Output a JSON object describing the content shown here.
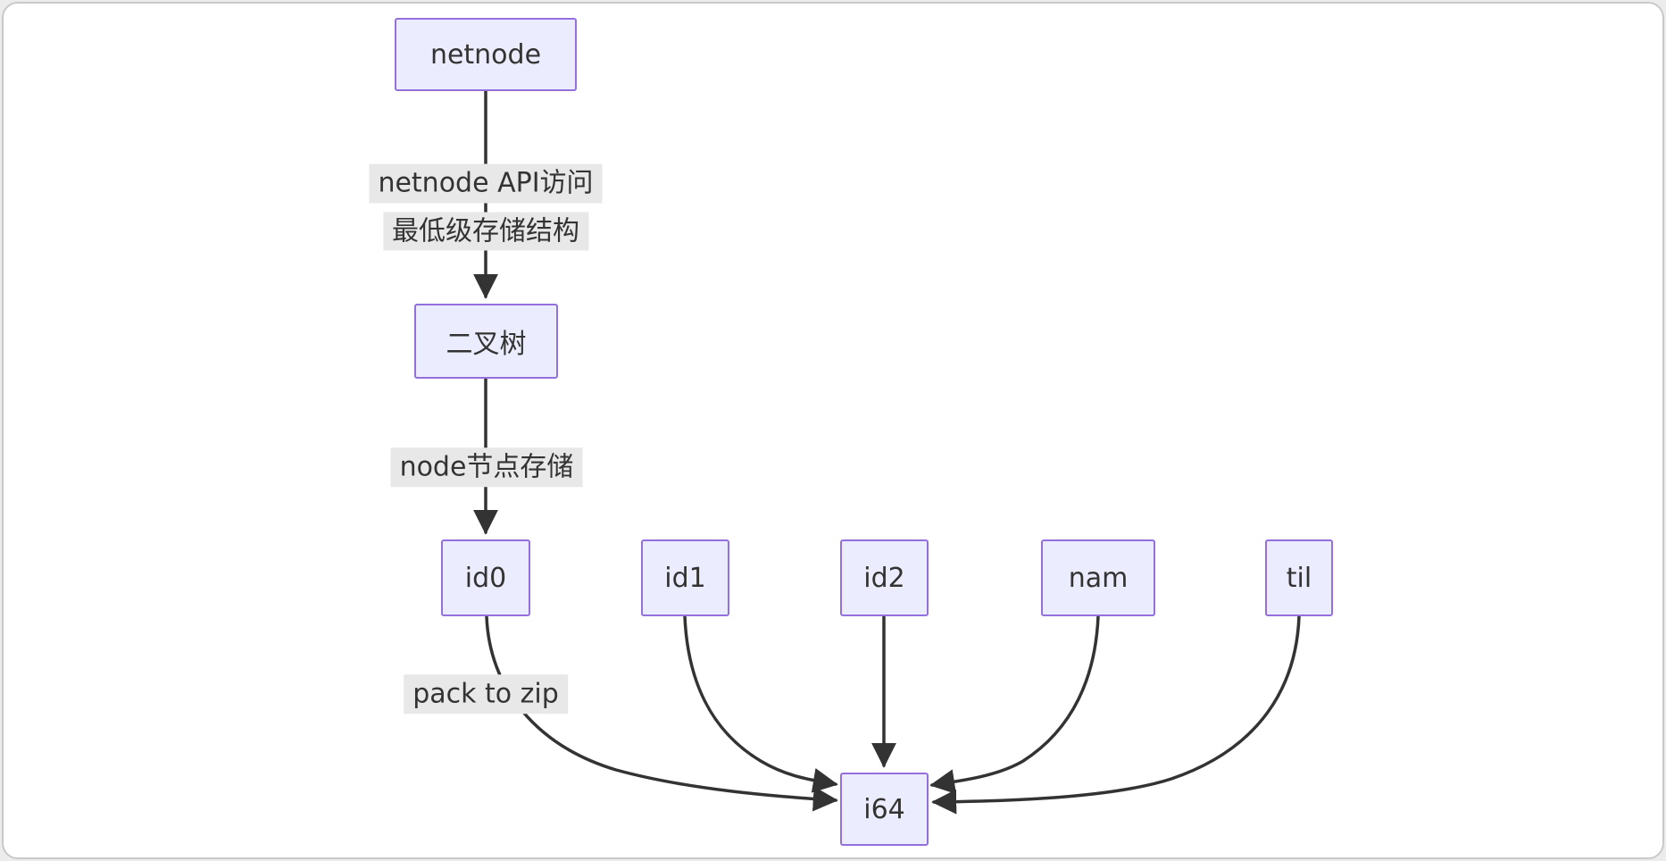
{
  "diagram": {
    "type": "flowchart",
    "nodes": [
      {
        "id": "netnode",
        "label": "netnode"
      },
      {
        "id": "binary_tree",
        "label": "二叉树"
      },
      {
        "id": "id0",
        "label": "id0"
      },
      {
        "id": "id1",
        "label": "id1"
      },
      {
        "id": "id2",
        "label": "id2"
      },
      {
        "id": "nam",
        "label": "nam"
      },
      {
        "id": "til",
        "label": "til"
      },
      {
        "id": "i64",
        "label": "i64"
      }
    ],
    "edges": [
      {
        "from": "netnode",
        "to": "binary_tree",
        "label": "netnode API访问 最低级存储结构"
      },
      {
        "from": "binary_tree",
        "to": "id0",
        "label": "node节点存储"
      },
      {
        "from": "id0",
        "to": "i64",
        "label": "pack to zip"
      },
      {
        "from": "id1",
        "to": "i64",
        "label": ""
      },
      {
        "from": "id2",
        "to": "i64",
        "label": ""
      },
      {
        "from": "nam",
        "to": "i64",
        "label": ""
      },
      {
        "from": "til",
        "to": "i64",
        "label": ""
      }
    ],
    "edge_labels": {
      "api_line1": "netnode API访问",
      "api_line2": "最低级存储结构",
      "node_store": "node节点存储",
      "pack": "pack to zip"
    },
    "colors": {
      "node_fill": "#ECECFF",
      "node_border": "#9370DB",
      "edge_stroke": "#333333",
      "edge_label_bg": "#e8e8e8",
      "text": "#333333",
      "canvas_bg": "#ffffff",
      "frame_border": "#c9c9c9"
    }
  }
}
